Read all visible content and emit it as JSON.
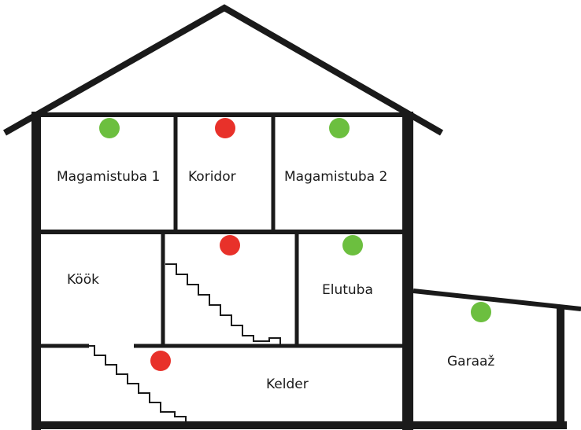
{
  "colors": {
    "ok": "#6cbf3f",
    "alert": "#e8312a",
    "wall": "#1a1a1a"
  },
  "rooms": [
    {
      "id": "magamistuba-1",
      "label": "Magamistuba 1",
      "status": "ok"
    },
    {
      "id": "koridor",
      "label": "Koridor",
      "status": "alert"
    },
    {
      "id": "magamistuba-2",
      "label": "Magamistuba 2",
      "status": "ok"
    },
    {
      "id": "kook",
      "label": "Köök",
      "status": "none"
    },
    {
      "id": "trepikoda",
      "label": "",
      "status": "alert"
    },
    {
      "id": "elutuba",
      "label": "Elutuba",
      "status": "ok"
    },
    {
      "id": "kelder",
      "label": "Kelder",
      "status": "alert"
    },
    {
      "id": "garaaz",
      "label": "Garaaž",
      "status": "ok"
    }
  ]
}
